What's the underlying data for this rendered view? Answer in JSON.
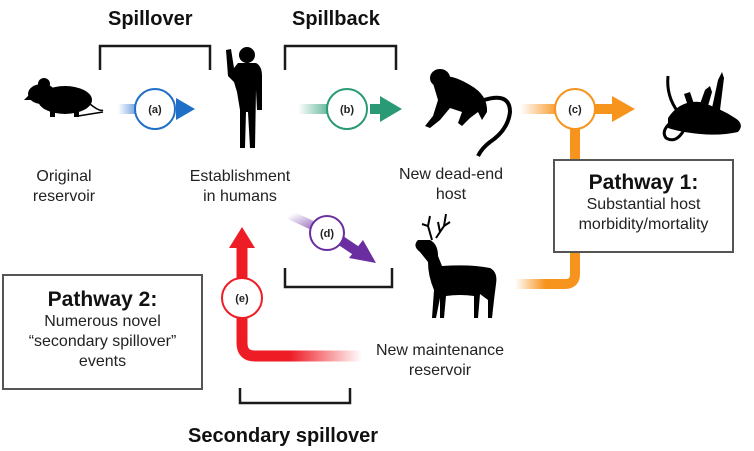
{
  "headings": {
    "spillover": "Spillover",
    "spillback": "Spillback",
    "secondary_spillover": "Secondary spillover"
  },
  "nodes": {
    "original_reservoir": [
      "Original",
      "reservoir"
    ],
    "establishment_in_humans": [
      "Establishment",
      "in humans"
    ],
    "new_dead_end_host": [
      "New dead-end",
      "host"
    ],
    "new_maintenance_reservoir": [
      "New maintenance",
      "reservoir"
    ]
  },
  "steps": {
    "a": {
      "label": "(a)",
      "color": "#1f6fc9"
    },
    "b": {
      "label": "(b)",
      "color": "#2a9a76"
    },
    "c": {
      "label": "(c)",
      "color": "#f7941d"
    },
    "d": {
      "label": "(d)",
      "color": "#6a2ea0"
    },
    "e": {
      "label": "(e)",
      "color": "#ee1c25"
    }
  },
  "pathway1": {
    "title": "Pathway 1:",
    "body": [
      "Substantial host",
      "morbidity/mortality"
    ]
  },
  "pathway2": {
    "title": "Pathway 2:",
    "body": [
      "Numerous novel",
      "“secondary spillover”",
      "events"
    ]
  },
  "icons": {
    "mouse": "mouse-silhouette",
    "human": "human-silhouette",
    "monkey": "monkey-silhouette",
    "dead_monkey": "dead-monkey-silhouette",
    "deer": "deer-silhouette"
  }
}
